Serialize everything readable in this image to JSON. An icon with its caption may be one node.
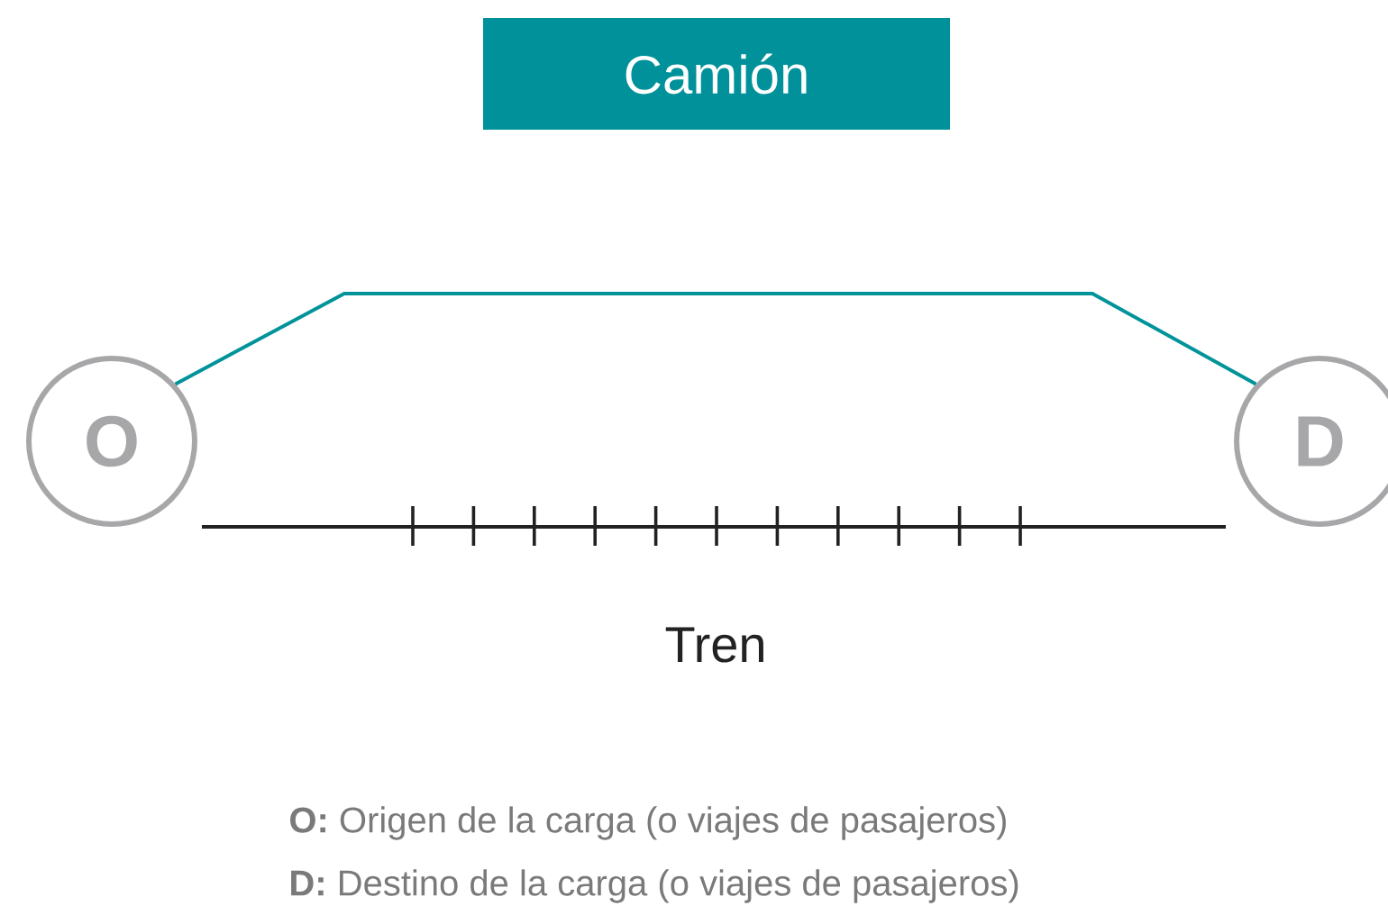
{
  "diagram": {
    "nodes": [
      {
        "text": [
          "Camión"
        ]
      },
      {
        "text": [
          "O"
        ]
      },
      {
        "text": [
          "D"
        ]
      }
    ],
    "edges": [
      {
        "from": 1,
        "to": 2,
        "arrow": "none",
        "color": "#00939a"
      },
      {
        "from": 1,
        "to": 2,
        "arrow": "none",
        "label": "Tren",
        "color": "#222222"
      }
    ],
    "labels": [
      "**O:** Origen de la carga (o viajes de pasajeros)",
      "**D:** Destino de la carga (o viajes de pasajeros)"
    ]
  }
}
